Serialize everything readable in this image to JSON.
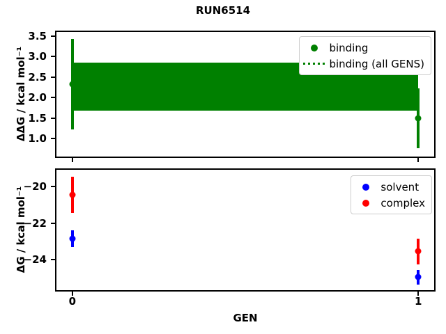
{
  "title": "RUN6514",
  "xlabel": "GEN",
  "colors": {
    "binding_green": "#008000",
    "solvent_blue": "#0000ff",
    "complex_red": "#ff0000",
    "spine_black": "#000000",
    "legend_border": "#cccccc"
  },
  "chart_data": [
    {
      "type": "scatter",
      "name": "binding-panel",
      "ylabel": "ΔΔG / kcal mol⁻¹",
      "xlim": [
        -0.05,
        1.05
      ],
      "ylim": [
        0.53,
        3.63
      ],
      "grid": false,
      "ytick_values": [
        3.5,
        3.0,
        2.5,
        2.0,
        1.5,
        1.0
      ],
      "ytick_labels": [
        "3.5",
        "3.0",
        "2.5",
        "2.0",
        "1.5",
        "1.0"
      ],
      "xtick_values": [
        0,
        1
      ],
      "xtick_labels": null,
      "band": {
        "label": "binding (all GENS)",
        "x0": 0,
        "x1": 1,
        "lo": 1.68,
        "hi": 2.85,
        "color": "#008000",
        "line_style": "dotted"
      },
      "series": [
        {
          "name": "binding",
          "color": "#008000",
          "points": [
            {
              "x": 0,
              "y": 2.33,
              "yerr": 1.1
            },
            {
              "x": 1,
              "y": 1.49,
              "yerr": 0.73
            }
          ]
        }
      ],
      "legend": {
        "position": "upper-right",
        "entries": [
          {
            "label": "binding",
            "marker": "dot",
            "color": "#008000"
          },
          {
            "label": "binding (all GENS)",
            "marker": "dotted-line",
            "color": "#008000"
          }
        ]
      }
    },
    {
      "type": "scatter",
      "name": "dg-panel",
      "ylabel": "ΔG / kcal mol⁻¹",
      "xlim": [
        -0.05,
        1.05
      ],
      "ylim": [
        -25.74,
        -19.0
      ],
      "grid": false,
      "ytick_values": [
        -20,
        -22,
        -24
      ],
      "ytick_labels": [
        "−20",
        "−22",
        "−24"
      ],
      "xtick_values": [
        0,
        1
      ],
      "xtick_labels": [
        "0",
        "1"
      ],
      "band": null,
      "series": [
        {
          "name": "solvent",
          "color": "#0000ff",
          "points": [
            {
              "x": 0,
              "y": -22.85,
              "yerr": 0.45
            },
            {
              "x": 1,
              "y": -24.95,
              "yerr": 0.4
            }
          ]
        },
        {
          "name": "complex",
          "color": "#ff0000",
          "points": [
            {
              "x": 0,
              "y": -20.45,
              "yerr": 1.0
            },
            {
              "x": 1,
              "y": -23.55,
              "yerr": 0.7
            }
          ]
        }
      ],
      "legend": {
        "position": "upper-right",
        "entries": [
          {
            "label": "solvent",
            "marker": "dot",
            "color": "#0000ff"
          },
          {
            "label": "complex",
            "marker": "dot",
            "color": "#ff0000"
          }
        ]
      }
    }
  ]
}
